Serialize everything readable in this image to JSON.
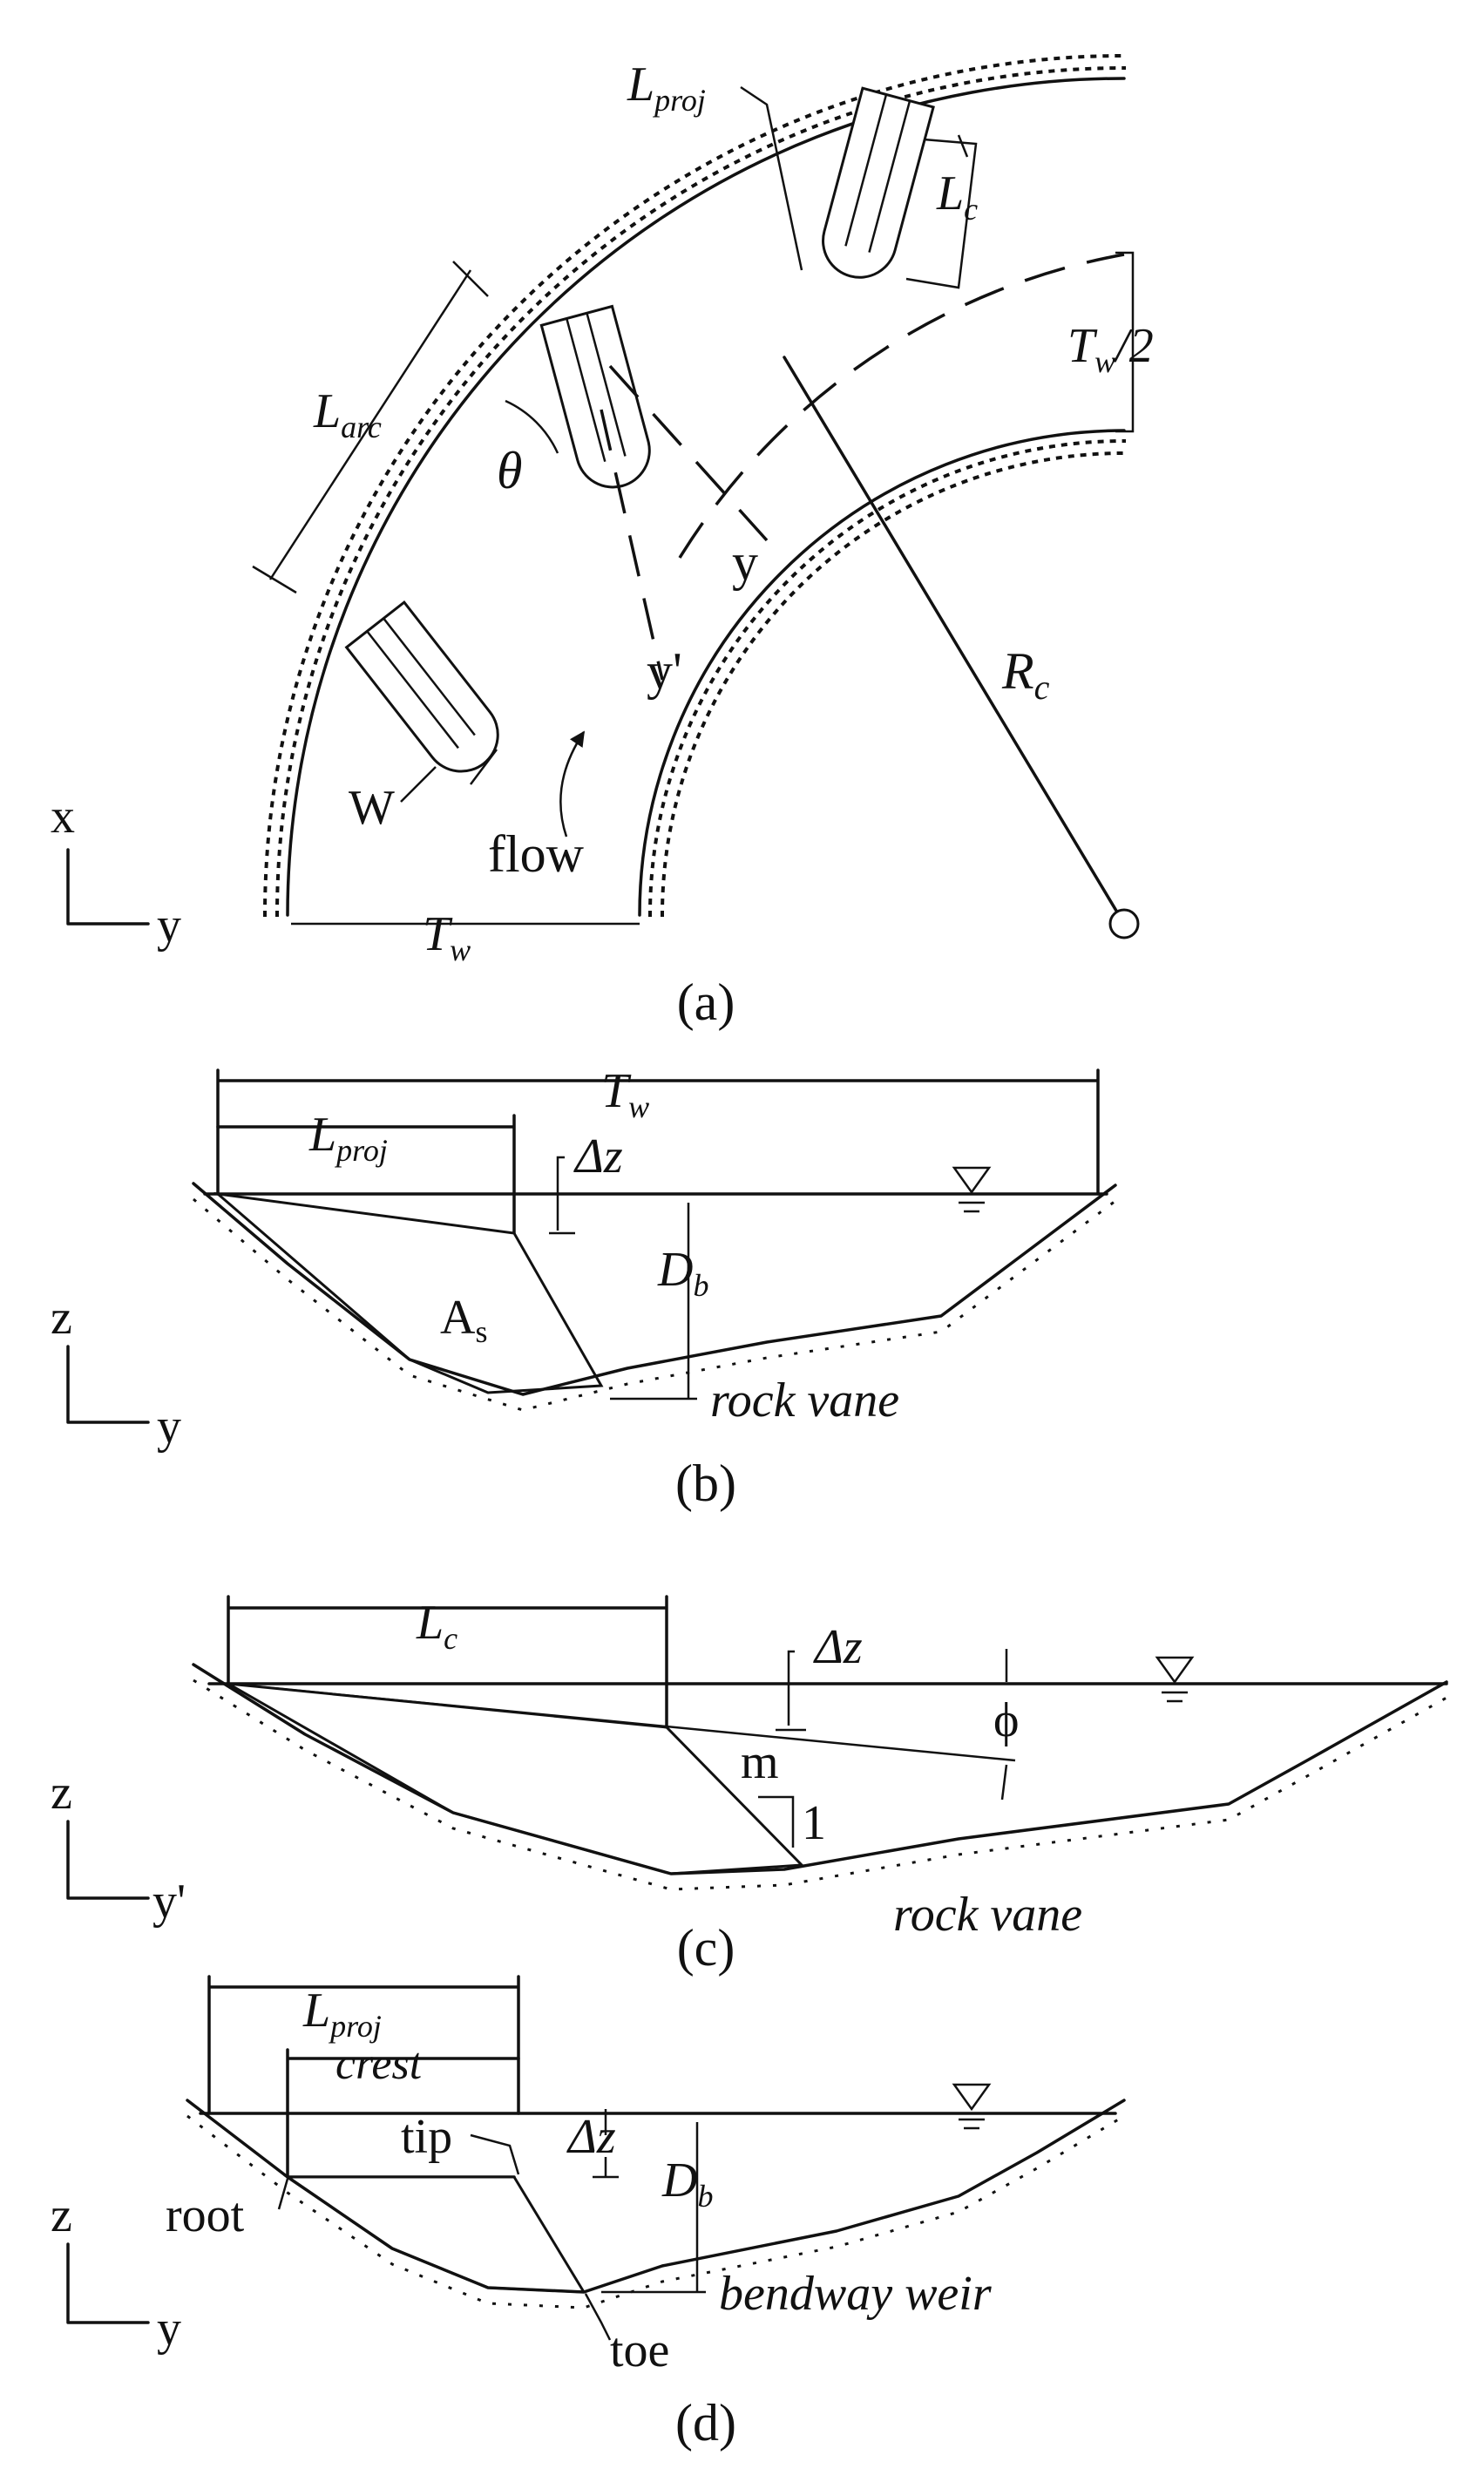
{
  "panel_a": {
    "caption": "(a)",
    "labels": {
      "l_proj_main": "L",
      "l_proj_sub": "proj",
      "l_c_main": "L",
      "l_c_sub": "c",
      "t_w2_main": "T",
      "t_w2_sub": "w",
      "t_w2_suffix": "/2",
      "l_arc_main": "L",
      "l_arc_sub": "arc",
      "theta": "θ",
      "y": "y",
      "y_prime": "y'",
      "r_c_main": "R",
      "r_c_sub": "c",
      "w": "W",
      "flow": "flow",
      "t_w_main": "T",
      "t_w_sub": "w"
    },
    "axes": {
      "vertical": "x",
      "horizontal": "y"
    }
  },
  "panel_b": {
    "caption": "(b)",
    "labels": {
      "t_w_main": "T",
      "t_w_sub": "w",
      "l_proj_main": "L",
      "l_proj_sub": "proj",
      "delta_z": "Δz",
      "d_b_main": "D",
      "d_b_sub": "b",
      "a_s_main": "A",
      "a_s_sub": "s",
      "structure": "rock vane"
    },
    "axes": {
      "vertical": "z",
      "horizontal": "y"
    }
  },
  "panel_c": {
    "caption": "(c)",
    "labels": {
      "l_c_main": "L",
      "l_c_sub": "c",
      "delta_z": "Δz",
      "phi": "ϕ",
      "m": "m",
      "one": "1",
      "structure": "rock vane"
    },
    "axes": {
      "vertical": "z",
      "horizontal": "y'"
    }
  },
  "panel_d": {
    "caption": "(d)",
    "labels": {
      "l_proj_main": "L",
      "l_proj_sub": "proj",
      "crest": "crest",
      "tip": "tip",
      "delta_z": "Δz",
      "d_b_main": "D",
      "d_b_sub": "b",
      "root": "root",
      "toe": "toe",
      "structure": "bendway weir"
    },
    "axes": {
      "vertical": "z",
      "horizontal": "y"
    }
  }
}
